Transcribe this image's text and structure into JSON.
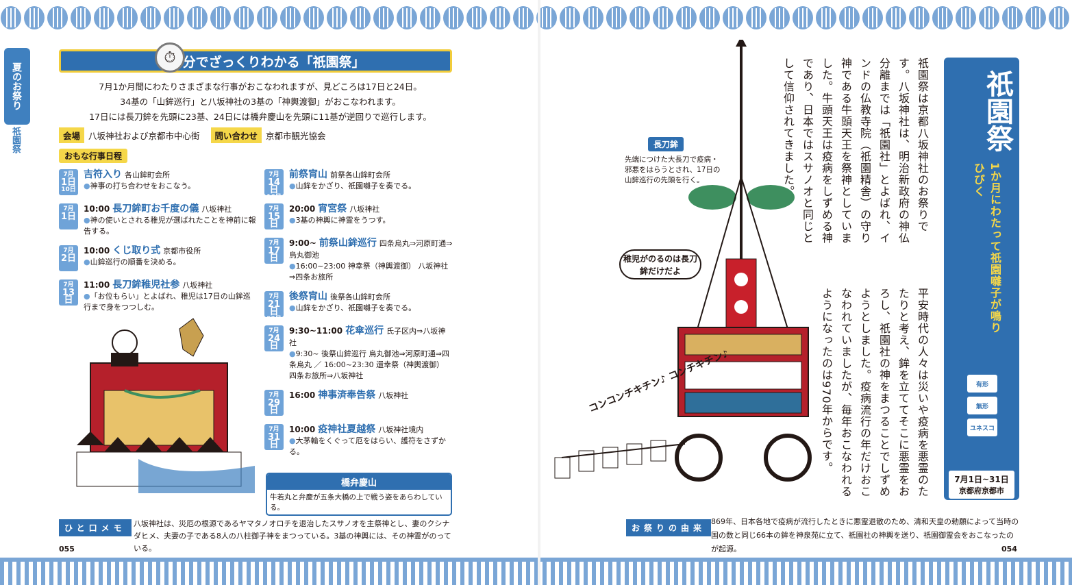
{
  "side_tab": {
    "label": "夏のお祭り",
    "sub": "祇園祭"
  },
  "banner": {
    "title": "1分でざっくりわかる「祇園祭」"
  },
  "intro": [
    "7月1か月間にわたりさまざまな行事がおこなわれますが、見どころは17日と24日。",
    "34基の「山鉾巡行」と八坂神社の3基の「神輿渡御」がおこなわれます。",
    "17日には長刀鉾を先頭に23基、24日には橋弁慶山を先頭に11基が逆回りで巡行します。"
  ],
  "venue": {
    "label": "会場",
    "value": "八坂神社および京都市中心街",
    "contact_label": "問い合わせ",
    "contact_value": "京都市観光協会"
  },
  "schedule_heading": "おもな行事日程",
  "events_left": [
    {
      "month": "7月",
      "day": "1日",
      "day2": "10日",
      "time": "",
      "title": "吉符入り",
      "place": "各山鉾町会所",
      "desc": "神事の打ち合わせをおこなう。",
      "pink": false
    },
    {
      "month": "7月",
      "day": "1日",
      "day2": "",
      "time": "10:00",
      "title": "長刀鉾町お千度の儀",
      "place": "八坂神社",
      "desc": "神の使いとされる稚児が選ばれたことを神前に報告する。",
      "pink": false
    },
    {
      "month": "7月",
      "day": "2日",
      "day2": "",
      "time": "10:00",
      "title": "くじ取り式",
      "place": "京都市役所",
      "desc": "山鉾巡行の順番を決める。",
      "pink": false
    },
    {
      "month": "7月",
      "day": "13日",
      "day2": "",
      "time": "11:00",
      "title": "長刀鉾稚児社参",
      "place": "八坂神社",
      "desc": "「お位もらい」とよばれ、稚児は17日の山鉾巡行まで身をつつしむ。",
      "pink": false
    }
  ],
  "events_right": [
    {
      "month": "7月",
      "day": "14日",
      "day2": "16日",
      "time": "",
      "title": "前祭宵山",
      "place": "前祭各山鉾町会所",
      "desc": "山鉾をかざり、祇園囃子を奏でる。",
      "pink": false
    },
    {
      "month": "7月",
      "day": "15日",
      "day2": "",
      "time": "20:00",
      "title": "宵宮祭",
      "place": "八坂神社",
      "desc": "3基の神輿に神霊をうつす。",
      "pink": false
    },
    {
      "month": "7月",
      "day": "17日",
      "day2": "",
      "time": "9:00~",
      "title": "前祭山鉾巡行",
      "place": "四条烏丸⇒河原町通⇒烏丸御池",
      "desc": "16:00~23:00 神幸祭（神輿渡御） 八坂神社⇒四条お旅所",
      "pink": false
    },
    {
      "month": "7月",
      "day": "21日",
      "day2": "23日",
      "time": "",
      "title": "後祭宵山",
      "place": "後祭各山鉾町会所",
      "desc": "山鉾をかざり、祇園囃子を奏でる。",
      "pink": false
    },
    {
      "month": "7月",
      "day": "24日",
      "day2": "",
      "time": "9:30~11:00",
      "title": "花傘巡行",
      "place": "氏子区内⇒八坂神社",
      "desc": "9:30~ 後祭山鉾巡行 烏丸御池⇒河原町通⇒四条烏丸 ／ 16:00~23:30 還幸祭（神輿渡御） 四条お旅所⇒八坂神社",
      "pink": false
    },
    {
      "month": "7月",
      "day": "29日",
      "day2": "",
      "time": "16:00",
      "title": "神事済奉告祭",
      "place": "八坂神社",
      "desc": "",
      "pink": false
    },
    {
      "month": "7月",
      "day": "31日",
      "day2": "",
      "time": "10:00",
      "title": "疫神社夏越祭",
      "place": "八坂神社境内",
      "desc": "大茅輪をくぐって厄をはらい、護符をさずかる。",
      "pink": false
    }
  ],
  "hashiben": {
    "title": "橋弁慶山",
    "text": "牛若丸と弁慶が五条大橋の上で戦う姿をあらわしている。"
  },
  "memo": {
    "label": "ひと口メモ",
    "text": "八坂神社は、災厄の根源であるヤマタノオロチを退治したスサノオを主祭神とし、妻のクシナダヒメ、夫妻の子である8人の八柱御子神をまつっている。3基の神輿には、その神霊がのっている。"
  },
  "page_left": "055",
  "page_right": "054",
  "naginata": {
    "label": "長刀鉾",
    "text": "先端につけた大長刀で疫病・邪悪をはらうとされ、17日の山鉾巡行の先頭を行く。"
  },
  "bubble": "稚児がのるのは長刀鉾だけだよ",
  "sound": "コンコンチキチン♪ コンチキチン♪",
  "body_1": "祇園祭は京都八坂神社のお祭りです。八坂神社は、明治新政府の神仏分離までは「祇園社」とよばれ、インドの仏教寺院（祇園精舎）の守り神である牛頭天王を祭神としていました。牛頭天王は疫病をしずめる神であり、日本ではスサノオと同じとして信仰されてきました。",
  "body_2": "平安時代の人々は災いや疫病を悪霊のたたりと考え、鉾を立ててそこに悪霊をおろし、祇園社の神をまつることでしずめようとしました。疫病流行の年だけおこなわれていましたが、毎年おこなわれるようになったのは970年からです。",
  "title_panel": {
    "main": "祇園祭",
    "sub": "1か月にわたって祇園囃子が鳴りひびく",
    "badges": [
      "有形",
      "無形",
      "ユネスコ"
    ],
    "date": "7月1日~31日",
    "place": "京都府京都市"
  },
  "origin": {
    "label": "お祭りの由来",
    "text": "869年、日本各地で疫病が流行したときに悪霊退散のため、清和天皇の勅願によって当時の国の数と同じ66本の鉾を神泉苑に立て、祇園社の神輿を送り、祇園御霊会をおこなったのが起源。"
  },
  "colors": {
    "accent": "#2f6fb0",
    "yellow": "#f5d749",
    "light_blue": "#6fa3d8",
    "pink": "#e0388a"
  }
}
